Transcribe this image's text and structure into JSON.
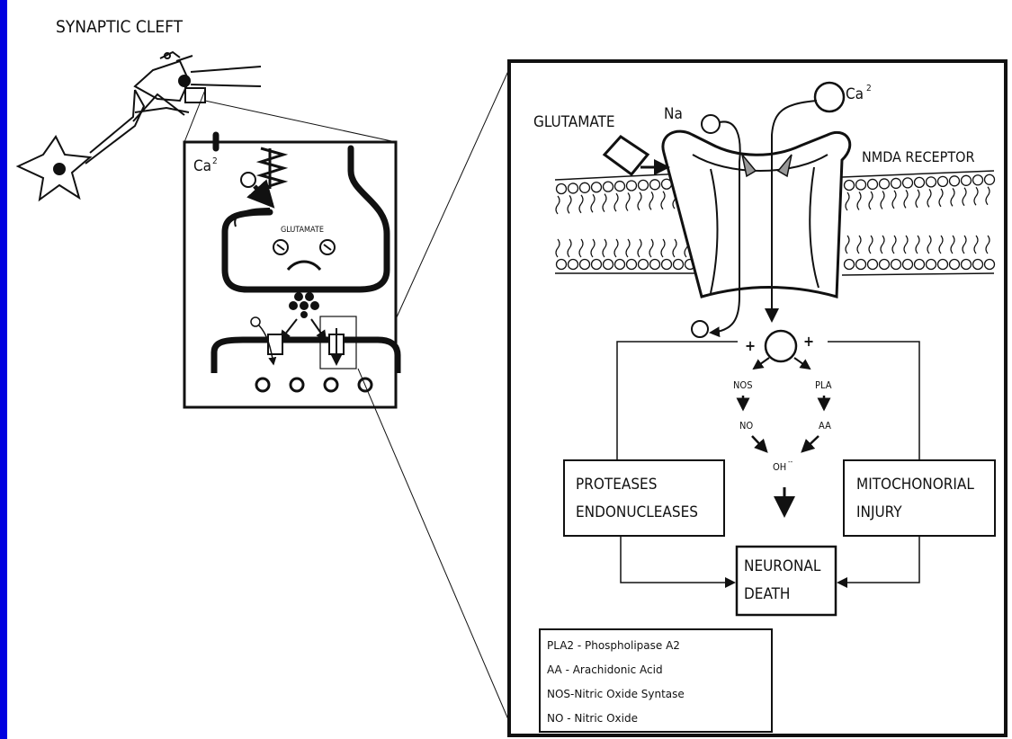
{
  "title": "SYNAPTIC CLEFT",
  "inset": {
    "ion": "Ca",
    "ion_charge": "2",
    "transmitter": "GLUTAMATE"
  },
  "detail": {
    "glutamate": "GLUTAMATE",
    "na": "Na",
    "ca": "Ca",
    "ca_charge": "2",
    "receptor": "NMDA RECEPTOR",
    "plus_left": "+",
    "plus_right": "+",
    "nos": "NOS",
    "pla": "PLA",
    "no": "NO",
    "aa": "AA",
    "oh": "OH",
    "oh_charge": "--",
    "box_proteases": [
      "PROTEASES",
      "ENDONUCLEASES"
    ],
    "box_mito": [
      "MITOCHONORIAL",
      "INJURY"
    ],
    "box_death": [
      "NEURONAL",
      "DEATH"
    ]
  },
  "legend": [
    "PLA2 - Phospholipase A2",
    "AA - Arachidonic Acid",
    "NOS-Nitric Oxide Syntase",
    "NO - Nitric Oxide"
  ],
  "colors": {
    "frame": "#0000e0",
    "ink": "#111111"
  }
}
